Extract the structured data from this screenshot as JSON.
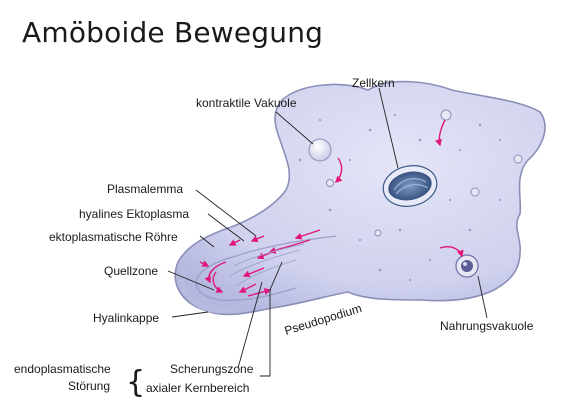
{
  "title": "Amöboide Bewegung",
  "labels": {
    "zellkern": "Zellkern",
    "kontraktile_vakuole": "kontraktile Vakuole",
    "plasmalemma": "Plasmalemma",
    "hyalines_ektoplasma": "hyalines Ektoplasma",
    "ektoplasmatische_roehre": "ektoplasmatische Röhre",
    "quellzone": "Quellzone",
    "hyalinkappe": "Hyalinkappe",
    "pseudopodium": "Pseudopodium",
    "nahrungsvakuole": "Nahrungsvakuole",
    "scherungszone": "Scherungszone",
    "axialer_kernbereich": "axialer Kernbereich",
    "endoplasmatische_line1": "endoplasmatische",
    "endoplasmatische_line2": "Störung"
  },
  "colors": {
    "cell_fill": "#cfd1ee",
    "cell_stroke": "#8b8fb8",
    "arrow": "#e0167a",
    "nucleus": "#3c5a8a",
    "leader": "#222222"
  }
}
